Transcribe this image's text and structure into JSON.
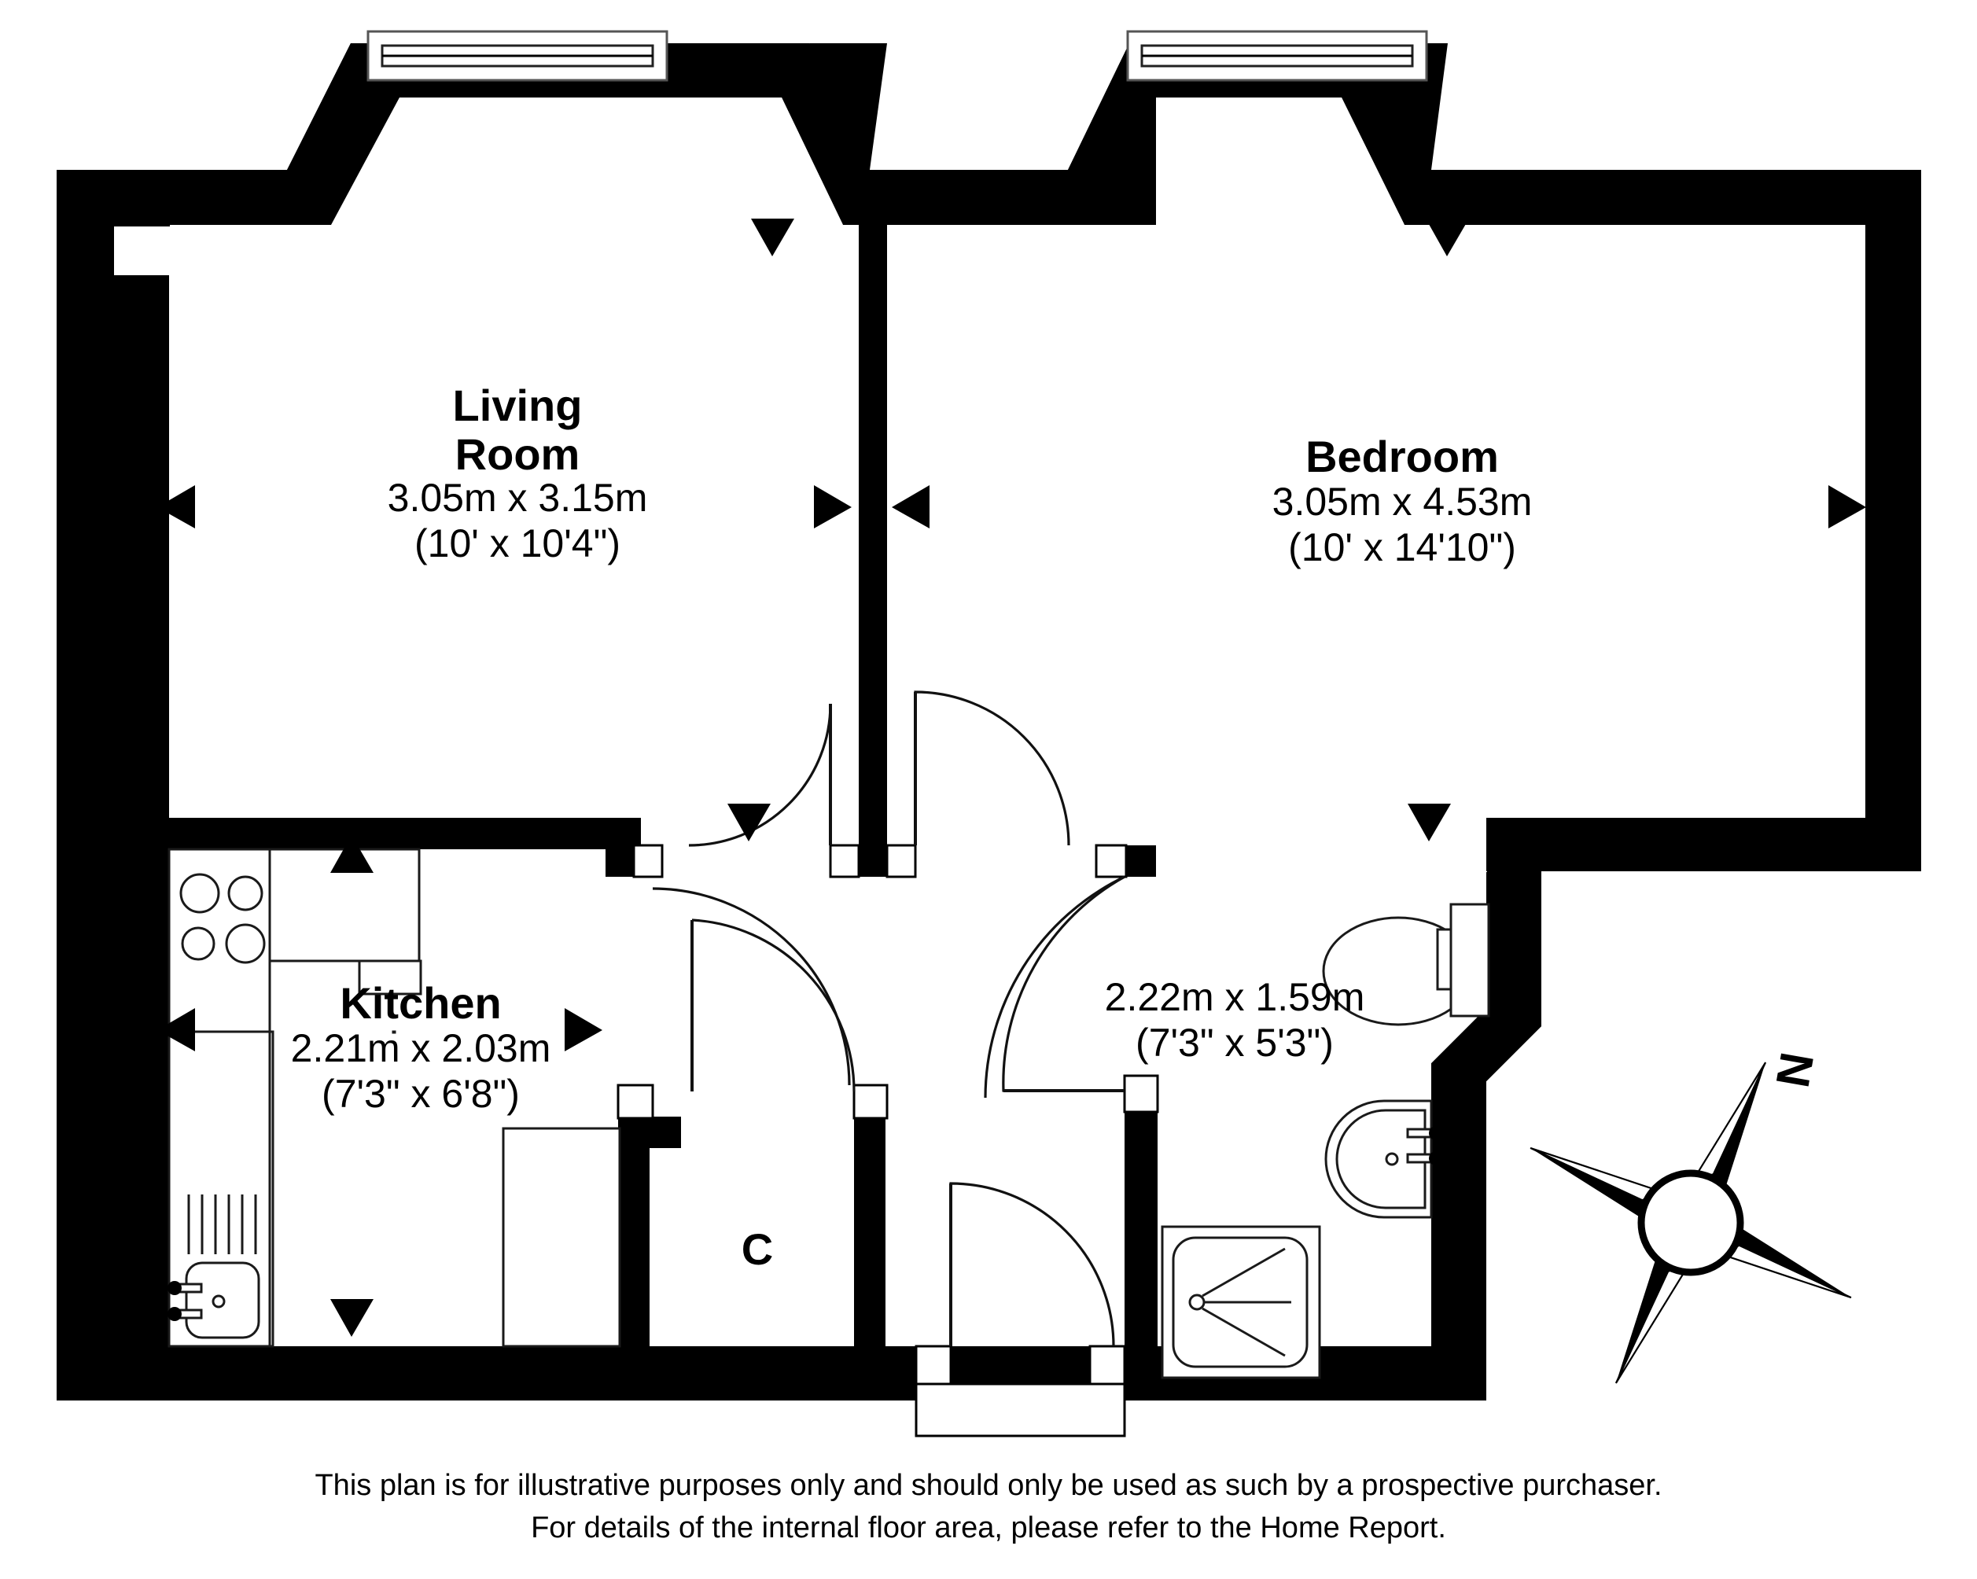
{
  "document": {
    "type": "residential-floor-plan",
    "title": "Floor Plan"
  },
  "rooms": [
    {
      "key": "living_room",
      "name": "Living Room",
      "name_line1": "Living",
      "name_line2": "Room",
      "dimensions_metric": "3.05m x 3.15m",
      "dimensions_imperial": "(10' x 10'4\")",
      "width_m": 3.05,
      "length_m": 3.15
    },
    {
      "key": "bedroom",
      "name": "Bedroom",
      "name_line1": "Bedroom",
      "name_line2": "",
      "dimensions_metric": "3.05m x 4.53m",
      "dimensions_imperial": "(10' x 14'10\")",
      "width_m": 3.05,
      "length_m": 4.53
    },
    {
      "key": "kitchen",
      "name": "Kitchen",
      "name_line1": "Kitchen",
      "name_line2": "",
      "dimensions_metric": "2.21m x 2.03m",
      "dimensions_imperial": "(7'3\" x 6'8\")",
      "width_m": 2.21,
      "length_m": 2.03
    },
    {
      "key": "bathroom",
      "name": "",
      "name_line1": "",
      "name_line2": "",
      "dimensions_metric": "2.22m x 1.59m",
      "dimensions_imperial": "(7'3\" x 5'3\")",
      "width_m": 2.22,
      "length_m": 1.59
    }
  ],
  "cupboard": {
    "label": "C"
  },
  "compass": {
    "north_label": "N"
  },
  "fixtures": [
    {
      "name": "hob",
      "room": "kitchen"
    },
    {
      "name": "sink",
      "room": "kitchen"
    },
    {
      "name": "drainer",
      "room": "kitchen"
    },
    {
      "name": "worktop",
      "room": "kitchen"
    },
    {
      "name": "toilet",
      "room": "bathroom"
    },
    {
      "name": "wash-basin",
      "room": "bathroom"
    },
    {
      "name": "shower-tray",
      "room": "bathroom"
    }
  ],
  "footer": {
    "line1": "This plan is for illustrative purposes only and should only be used as such by a prospective purchaser.",
    "line2": "For details of the internal floor area, please refer to the Home Report."
  },
  "colors": {
    "wall": "#000000",
    "background": "#ffffff",
    "fixture_stroke": "#1a1a1a",
    "text": "#000000"
  }
}
